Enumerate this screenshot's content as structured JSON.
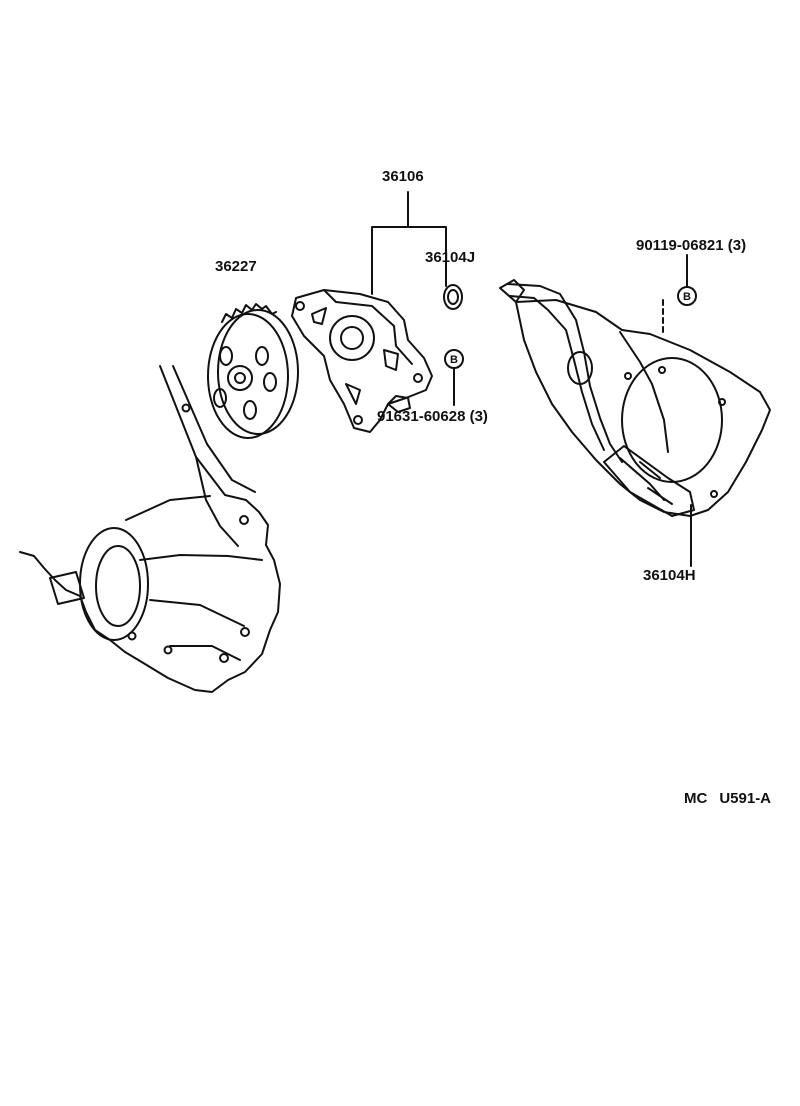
{
  "diagram": {
    "colors": {
      "line": "#111111",
      "background": "#ffffff"
    },
    "parts": {
      "pump_assembly": "36106",
      "drive_gear": "36227",
      "o_ring": "36104J",
      "bolt_upper": "90119-06821 (3)",
      "bolt_lower": "91631-60628 (3)",
      "cover_plate": "36104H"
    },
    "callout_marker": "B",
    "figure_code": {
      "prefix": "MC",
      "code": "U591-A"
    }
  }
}
